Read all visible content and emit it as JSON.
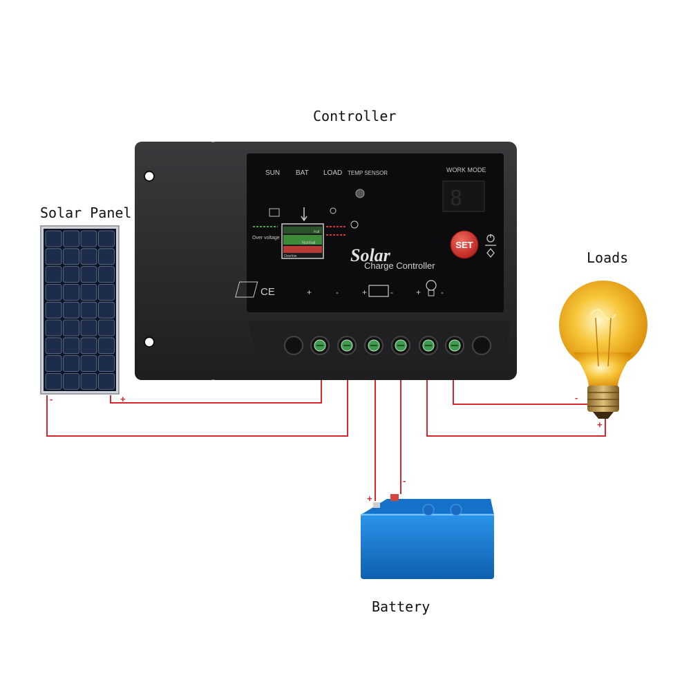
{
  "labels": {
    "controller": "Controller",
    "solar_panel": "Solar Panel",
    "loads": "Loads",
    "battery": "Battery"
  },
  "controller_face": {
    "indicators": [
      "SUN",
      "BAT",
      "LOAD",
      "TEMP SENSOR"
    ],
    "work_mode": "WORK MODE",
    "display_digit": "8",
    "over_voltage": "Over voltage",
    "normal": "Normal",
    "overlow": "Overlow",
    "full": "Full",
    "brand_script": "Solar",
    "brand_sub": "Charge Controller",
    "set_button": "SET",
    "ce_mark": "CE"
  },
  "polarity": {
    "plus": "+",
    "minus": "-"
  },
  "colors": {
    "wire": "#d8262b",
    "controller_body": "#2a2a2c",
    "controller_face": "#0c0c0e",
    "set_button": "#d3322f",
    "terminal_green": "#3f9a4e",
    "battery_blue": "#1a7fd6",
    "bulb_glow": "#f6b51a"
  }
}
